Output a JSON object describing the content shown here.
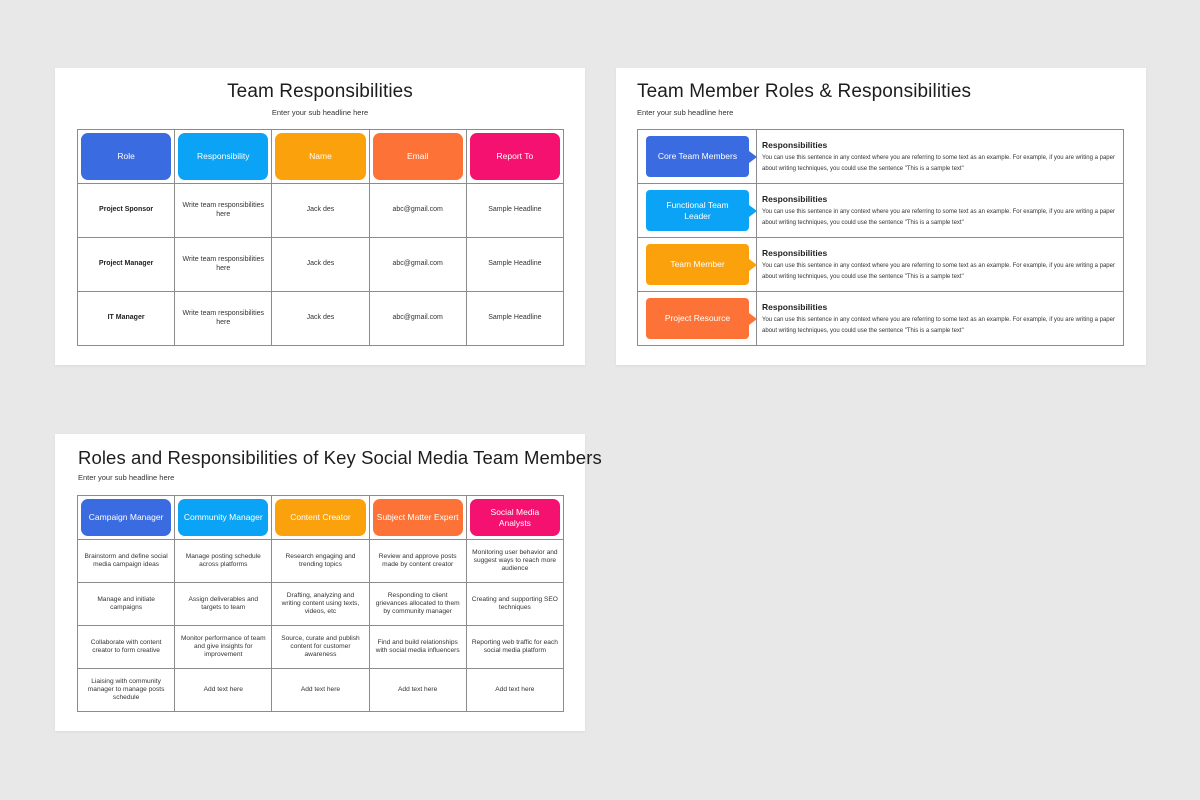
{
  "colors": {
    "blue_dark": "#3a6be0",
    "blue_light": "#0aa3f5",
    "yellow": "#fba10b",
    "orange": "#fd7337",
    "pink": "#f4116f"
  },
  "slide1": {
    "title": "Team Responsibilities",
    "subtitle": "Enter your sub headline here",
    "headers": [
      "Role",
      "Responsibility",
      "Name",
      "Email",
      "Report To"
    ],
    "rows": [
      [
        "Project Sponsor",
        "Write team responsibilities here",
        "Jack des",
        "abc@gmail.com",
        "Sample Headline"
      ],
      [
        "Project Manager",
        "Write team responsibilities here",
        "Jack des",
        "abc@gmail.com",
        "Sample Headline"
      ],
      [
        "IT Manager",
        "Write team responsibilities here",
        "Jack des",
        "abc@gmail.com",
        "Sample Headline"
      ]
    ]
  },
  "slide2": {
    "title": "Team Member Roles & Responsibilities",
    "subtitle": "Enter your sub headline here",
    "rows": [
      {
        "role": "Core Team Members",
        "heading": "Responsibilities",
        "text": "You can use this sentence in any context where you are referring to some text as an example. For example, if you are writing a paper about writing techniques, you could use the sentence \"This is a sample text\""
      },
      {
        "role": "Functional Team Leader",
        "heading": "Responsibilities",
        "text": "You can use this sentence in any context where you are referring to some text as an example. For example, if you are writing a paper about writing techniques, you could use the sentence \"This is a sample text\""
      },
      {
        "role": "Team Member",
        "heading": "Responsibilities",
        "text": "You can use this sentence in any context where you are referring to some text as an example. For example, if you are writing a paper about writing techniques, you could use the sentence \"This is a sample text\""
      },
      {
        "role": "Project Resource",
        "heading": "Responsibilities",
        "text": "You can use this sentence in any context where you are referring to some text as an example. For example, if you are writing a paper about writing techniques, you could use the sentence \"This is a sample text\""
      }
    ]
  },
  "slide3": {
    "title": "Roles and Responsibilities of Key Social Media Team Members",
    "subtitle": "Enter your sub headline here",
    "headers": [
      "Campaign Manager",
      "Community Manager",
      "Content Creator",
      "Subject Matter Expert",
      "Social Media Analysts"
    ],
    "rows": [
      [
        "Brainstorm and define social media campaign ideas",
        "Manage posting schedule across platforms",
        "Research engaging and trending topics",
        "Review and approve posts made by content creator",
        "Monitoring user behavior and suggest ways to reach more audience"
      ],
      [
        "Manage and initiate campaigns",
        "Assign deliverables and targets to team",
        "Drafting, analyzing and writing content using texts, videos, etc",
        "Responding to client grievances allocated to them by community manager",
        "Creating and supporting SEO techniques"
      ],
      [
        "Collaborate with content creator to form creative",
        "Monitor performance of team and give insights for improvement",
        "Source, curate and publish content for customer awareness",
        "Find and build relationships with social media influencers",
        "Reporting web traffic for each social media platform"
      ],
      [
        "Liaising with community manager to manage posts schedule",
        "Add text here",
        "Add text here",
        "Add text here",
        "Add text here"
      ]
    ]
  }
}
